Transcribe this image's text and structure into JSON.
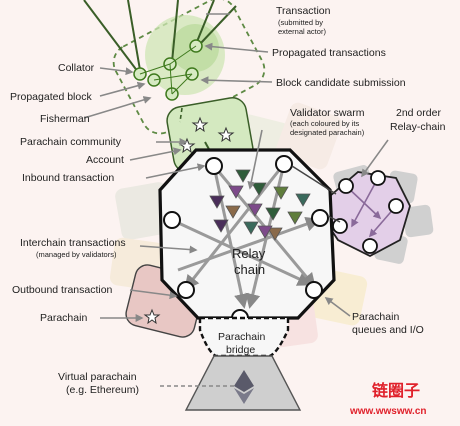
{
  "labels": {
    "transaction": "Transaction",
    "transaction_sub_1": "(submitted by",
    "transaction_sub_2": "external actor)",
    "propagated_transactions": "Propagated transactions",
    "collator": "Collator",
    "block_candidate_submission": "Block candidate submission",
    "propagated_block": "Propagated block",
    "fisherman": "Fisherman",
    "validator_swarm": "Validator swarm",
    "validator_swarm_sub_1": "(each coloured by its",
    "validator_swarm_sub_2": "designated parachain)",
    "second_order_1": "2nd order",
    "second_order_2": "Relay-chain",
    "parachain_community": "Parachain community",
    "account": "Account",
    "inbound_transaction": "Inbound transaction",
    "relay_chain_1": "Relay",
    "relay_chain_2": "chain",
    "interchain_transactions": "Interchain transactions",
    "interchain_transactions_sub": "(managed by validators)",
    "outbound_transaction": "Outbound transaction",
    "parachain": "Parachain",
    "parachain_queues_1": "Parachain",
    "parachain_queues_2": "queues and I/O",
    "parachain_bridge_1": "Parachain",
    "parachain_bridge_2": "bridge",
    "virtual_parachain_1": "Virtual parachain",
    "virtual_parachain_2": "(e.g. Ethereum)"
  },
  "watermark": {
    "title": "链圈子",
    "url": "www.wwsww.cn"
  },
  "colors": {
    "background": "#fcf3f1",
    "relay_fill": "#f7f7f7",
    "node_stroke": "#111111",
    "collator_green": "#cfe5b4",
    "collator_dark": "#3f7a1e",
    "second_order_fill": "#e3cfe8",
    "outbound_parachain_fill": "#e8c7c4",
    "validator_colors": [
      "#7d4a8a",
      "#2f5c3a",
      "#5f7d3c",
      "#4a2e5a",
      "#3a6a5c",
      "#8a6a4a"
    ],
    "watermark_red": "#e0212b"
  }
}
